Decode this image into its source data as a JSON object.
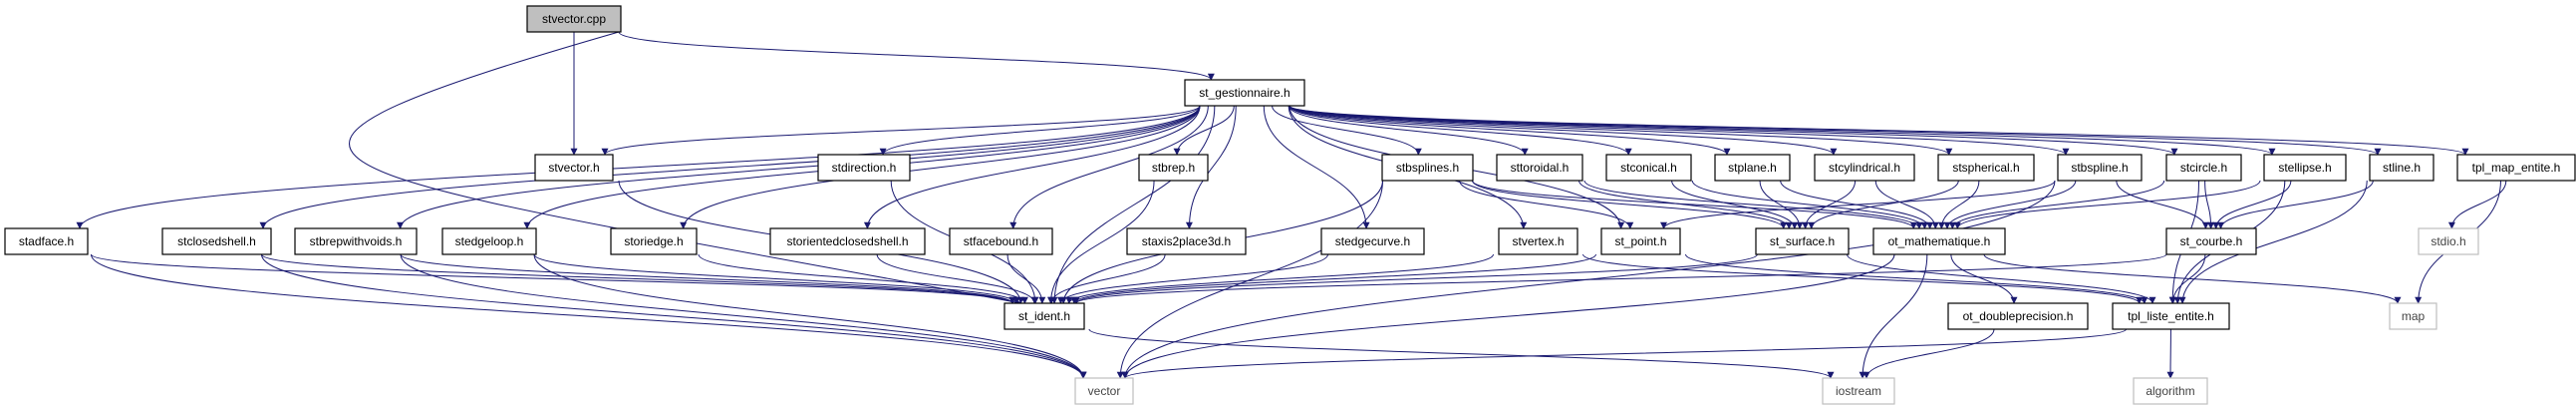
{
  "colors": {
    "edge": "#191970",
    "root_fill": "#bfbfbf",
    "external_border": "#bfbfbf"
  },
  "nodes": [
    {
      "id": "stvector_cpp",
      "label": "stvector.cpp",
      "kind": "root"
    },
    {
      "id": "st_gestionnaire",
      "label": "st_gestionnaire.h"
    },
    {
      "id": "stvector_h",
      "label": "stvector.h"
    },
    {
      "id": "stdirection",
      "label": "stdirection.h"
    },
    {
      "id": "stbrep",
      "label": "stbrep.h"
    },
    {
      "id": "stbsplines",
      "label": "stbsplines.h"
    },
    {
      "id": "sttoroidal",
      "label": "sttoroidal.h"
    },
    {
      "id": "stconical",
      "label": "stconical.h"
    },
    {
      "id": "stplane",
      "label": "stplane.h"
    },
    {
      "id": "stcylindrical",
      "label": "stcylindrical.h"
    },
    {
      "id": "stspherical",
      "label": "stspherical.h"
    },
    {
      "id": "stbspline",
      "label": "stbspline.h"
    },
    {
      "id": "stcircle",
      "label": "stcircle.h"
    },
    {
      "id": "stellipse",
      "label": "stellipse.h"
    },
    {
      "id": "stline",
      "label": "stline.h"
    },
    {
      "id": "tpl_map_entite",
      "label": "tpl_map_entite.h"
    },
    {
      "id": "stadface",
      "label": "stadface.h"
    },
    {
      "id": "stclosedshell",
      "label": "stclosedshell.h"
    },
    {
      "id": "stbrepwithvoids",
      "label": "stbrepwithvoids.h"
    },
    {
      "id": "stedgeloop",
      "label": "stedgeloop.h"
    },
    {
      "id": "storiedge",
      "label": "storiedge.h"
    },
    {
      "id": "storientedclosedshell",
      "label": "storientedclosedshell.h"
    },
    {
      "id": "stfacebound",
      "label": "stfacebound.h"
    },
    {
      "id": "staxis2place3d",
      "label": "staxis2place3d.h"
    },
    {
      "id": "stedgecurve",
      "label": "stedgecurve.h"
    },
    {
      "id": "stvertex",
      "label": "stvertex.h"
    },
    {
      "id": "st_point",
      "label": "st_point.h"
    },
    {
      "id": "st_surface",
      "label": "st_surface.h"
    },
    {
      "id": "ot_mathematique",
      "label": "ot_mathematique.h"
    },
    {
      "id": "st_courbe",
      "label": "st_courbe.h"
    },
    {
      "id": "stdio",
      "label": "stdio.h",
      "kind": "ext"
    },
    {
      "id": "st_ident",
      "label": "st_ident.h"
    },
    {
      "id": "ot_doubleprecision",
      "label": "ot_doubleprecision.h"
    },
    {
      "id": "tpl_liste_entite",
      "label": "tpl_liste_entite.h"
    },
    {
      "id": "map",
      "label": "map",
      "kind": "ext"
    },
    {
      "id": "vector",
      "label": "vector",
      "kind": "ext"
    },
    {
      "id": "iostream",
      "label": "iostream",
      "kind": "ext"
    },
    {
      "id": "algorithm",
      "label": "algorithm",
      "kind": "ext"
    }
  ],
  "edges": [
    [
      "stvector_cpp",
      "st_gestionnaire"
    ],
    [
      "stvector_cpp",
      "stvector_h"
    ],
    [
      "stvector_cpp",
      "st_ident"
    ],
    [
      "st_gestionnaire",
      "stadface"
    ],
    [
      "st_gestionnaire",
      "stclosedshell"
    ],
    [
      "st_gestionnaire",
      "stbrepwithvoids"
    ],
    [
      "st_gestionnaire",
      "stedgeloop"
    ],
    [
      "st_gestionnaire",
      "storiedge"
    ],
    [
      "st_gestionnaire",
      "storientedclosedshell"
    ],
    [
      "st_gestionnaire",
      "stvector_h"
    ],
    [
      "st_gestionnaire",
      "stdirection"
    ],
    [
      "st_gestionnaire",
      "stfacebound"
    ],
    [
      "st_gestionnaire",
      "st_ident"
    ],
    [
      "st_gestionnaire",
      "staxis2place3d"
    ],
    [
      "st_gestionnaire",
      "stbrep"
    ],
    [
      "st_gestionnaire",
      "stedgecurve"
    ],
    [
      "st_gestionnaire",
      "stvertex"
    ],
    [
      "st_gestionnaire",
      "st_point"
    ],
    [
      "st_gestionnaire",
      "stbsplines"
    ],
    [
      "st_gestionnaire",
      "sttoroidal"
    ],
    [
      "st_gestionnaire",
      "stconical"
    ],
    [
      "st_gestionnaire",
      "stplane"
    ],
    [
      "st_gestionnaire",
      "stcylindrical"
    ],
    [
      "st_gestionnaire",
      "stspherical"
    ],
    [
      "st_gestionnaire",
      "stbspline"
    ],
    [
      "st_gestionnaire",
      "stcircle"
    ],
    [
      "st_gestionnaire",
      "stellipse"
    ],
    [
      "st_gestionnaire",
      "stline"
    ],
    [
      "st_gestionnaire",
      "tpl_map_entite"
    ],
    [
      "stvector_h",
      "st_ident"
    ],
    [
      "stdirection",
      "st_ident"
    ],
    [
      "stbrep",
      "st_ident"
    ],
    [
      "stfacebound",
      "st_ident"
    ],
    [
      "staxis2place3d",
      "st_ident"
    ],
    [
      "stedgecurve",
      "st_ident"
    ],
    [
      "stvertex",
      "st_ident"
    ],
    [
      "stvertex",
      "tpl_liste_entite"
    ],
    [
      "st_point",
      "st_ident"
    ],
    [
      "st_point",
      "tpl_liste_entite"
    ],
    [
      "st_surface",
      "st_ident"
    ],
    [
      "st_surface",
      "tpl_liste_entite"
    ],
    [
      "st_courbe",
      "st_ident"
    ],
    [
      "st_courbe",
      "tpl_liste_entite"
    ],
    [
      "ot_mathematique",
      "vector"
    ],
    [
      "ot_mathematique",
      "iostream"
    ],
    [
      "ot_mathematique",
      "ot_doubleprecision"
    ],
    [
      "ot_mathematique",
      "map"
    ],
    [
      "ot_doubleprecision",
      "iostream"
    ],
    [
      "tpl_liste_entite",
      "vector"
    ],
    [
      "tpl_liste_entite",
      "algorithm"
    ],
    [
      "st_ident",
      "iostream"
    ],
    [
      "tpl_map_entite",
      "stdio"
    ],
    [
      "tpl_map_entite",
      "map"
    ],
    [
      "stadface",
      "st_ident"
    ],
    [
      "stadface",
      "vector"
    ],
    [
      "stclosedshell",
      "st_ident"
    ],
    [
      "stclosedshell",
      "vector"
    ],
    [
      "stbrepwithvoids",
      "st_ident"
    ],
    [
      "stbrepwithvoids",
      "vector"
    ],
    [
      "stedgeloop",
      "st_ident"
    ],
    [
      "stedgeloop",
      "vector"
    ],
    [
      "storiedge",
      "st_ident"
    ],
    [
      "storientedclosedshell",
      "st_ident"
    ],
    [
      "stbsplines",
      "st_ident"
    ],
    [
      "stbsplines",
      "vector"
    ],
    [
      "stbsplines",
      "st_point"
    ],
    [
      "stbsplines",
      "st_surface"
    ],
    [
      "stbsplines",
      "ot_mathematique"
    ],
    [
      "sttoroidal",
      "st_surface"
    ],
    [
      "sttoroidal",
      "ot_mathematique"
    ],
    [
      "stconical",
      "st_surface"
    ],
    [
      "stconical",
      "ot_mathematique"
    ],
    [
      "stplane",
      "st_surface"
    ],
    [
      "stplane",
      "ot_mathematique"
    ],
    [
      "stcylindrical",
      "st_surface"
    ],
    [
      "stcylindrical",
      "ot_mathematique"
    ],
    [
      "stspherical",
      "st_surface"
    ],
    [
      "stspherical",
      "ot_mathematique"
    ],
    [
      "stbspline",
      "st_point"
    ],
    [
      "stbspline",
      "ot_mathematique"
    ],
    [
      "stbspline",
      "st_courbe"
    ],
    [
      "stbspline",
      "vector"
    ],
    [
      "stcircle",
      "ot_mathematique"
    ],
    [
      "stcircle",
      "st_courbe"
    ],
    [
      "stcircle",
      "tpl_liste_entite"
    ],
    [
      "stellipse",
      "ot_mathematique"
    ],
    [
      "stellipse",
      "st_courbe"
    ],
    [
      "stellipse",
      "tpl_liste_entite"
    ],
    [
      "stline",
      "st_courbe"
    ],
    [
      "stline",
      "tpl_liste_entite"
    ]
  ]
}
